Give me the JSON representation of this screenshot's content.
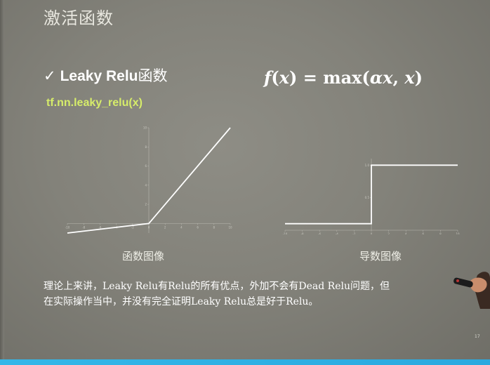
{
  "title": "激活函数",
  "heading": {
    "check": "✓",
    "name": "Leaky Relu",
    "suffix": "函数"
  },
  "code": "tf.nn.leaky_relu(x)",
  "formula": {
    "lhs_fn": "f",
    "lhs_arg": "x",
    "equals": " = ",
    "fn": "max",
    "args_a": "αx",
    "args_b": "x"
  },
  "captions": {
    "left": "函数图像",
    "right": "导数图像"
  },
  "paragraph": {
    "line1": "理论上来讲，Leaky Relu有Relu的所有优点，外加不会有Dead Relu问题，但",
    "line2": "在实际操作当中，并没有完全证明Leaky Relu总是好于Relu。"
  },
  "page_number": "17",
  "chart_data": [
    {
      "type": "line",
      "x": [
        -10,
        0,
        10
      ],
      "y": [
        -1,
        0,
        10
      ],
      "xticks": [
        "-10",
        "-8",
        "-6",
        "-4",
        "-2",
        "0",
        "2",
        "4",
        "6",
        "8",
        "10"
      ],
      "yticks": [
        "2",
        "4",
        "6",
        "8",
        "10"
      ],
      "xlim": [
        -10,
        10
      ],
      "ylim": [
        -1,
        10
      ],
      "color": "#ffffff"
    },
    {
      "type": "line",
      "x": [
        -10,
        0,
        0,
        10
      ],
      "y": [
        0.1,
        0.1,
        1.0,
        1.0
      ],
      "xticks": [
        "-10",
        "-8",
        "-6",
        "-4",
        "-2",
        "0",
        "2",
        "4",
        "6",
        "8",
        "10"
      ],
      "yticks": [
        "0.5",
        "1.0"
      ],
      "xlim": [
        -10,
        10
      ],
      "ylim": [
        0,
        1.1
      ],
      "color": "#ffffff"
    }
  ]
}
